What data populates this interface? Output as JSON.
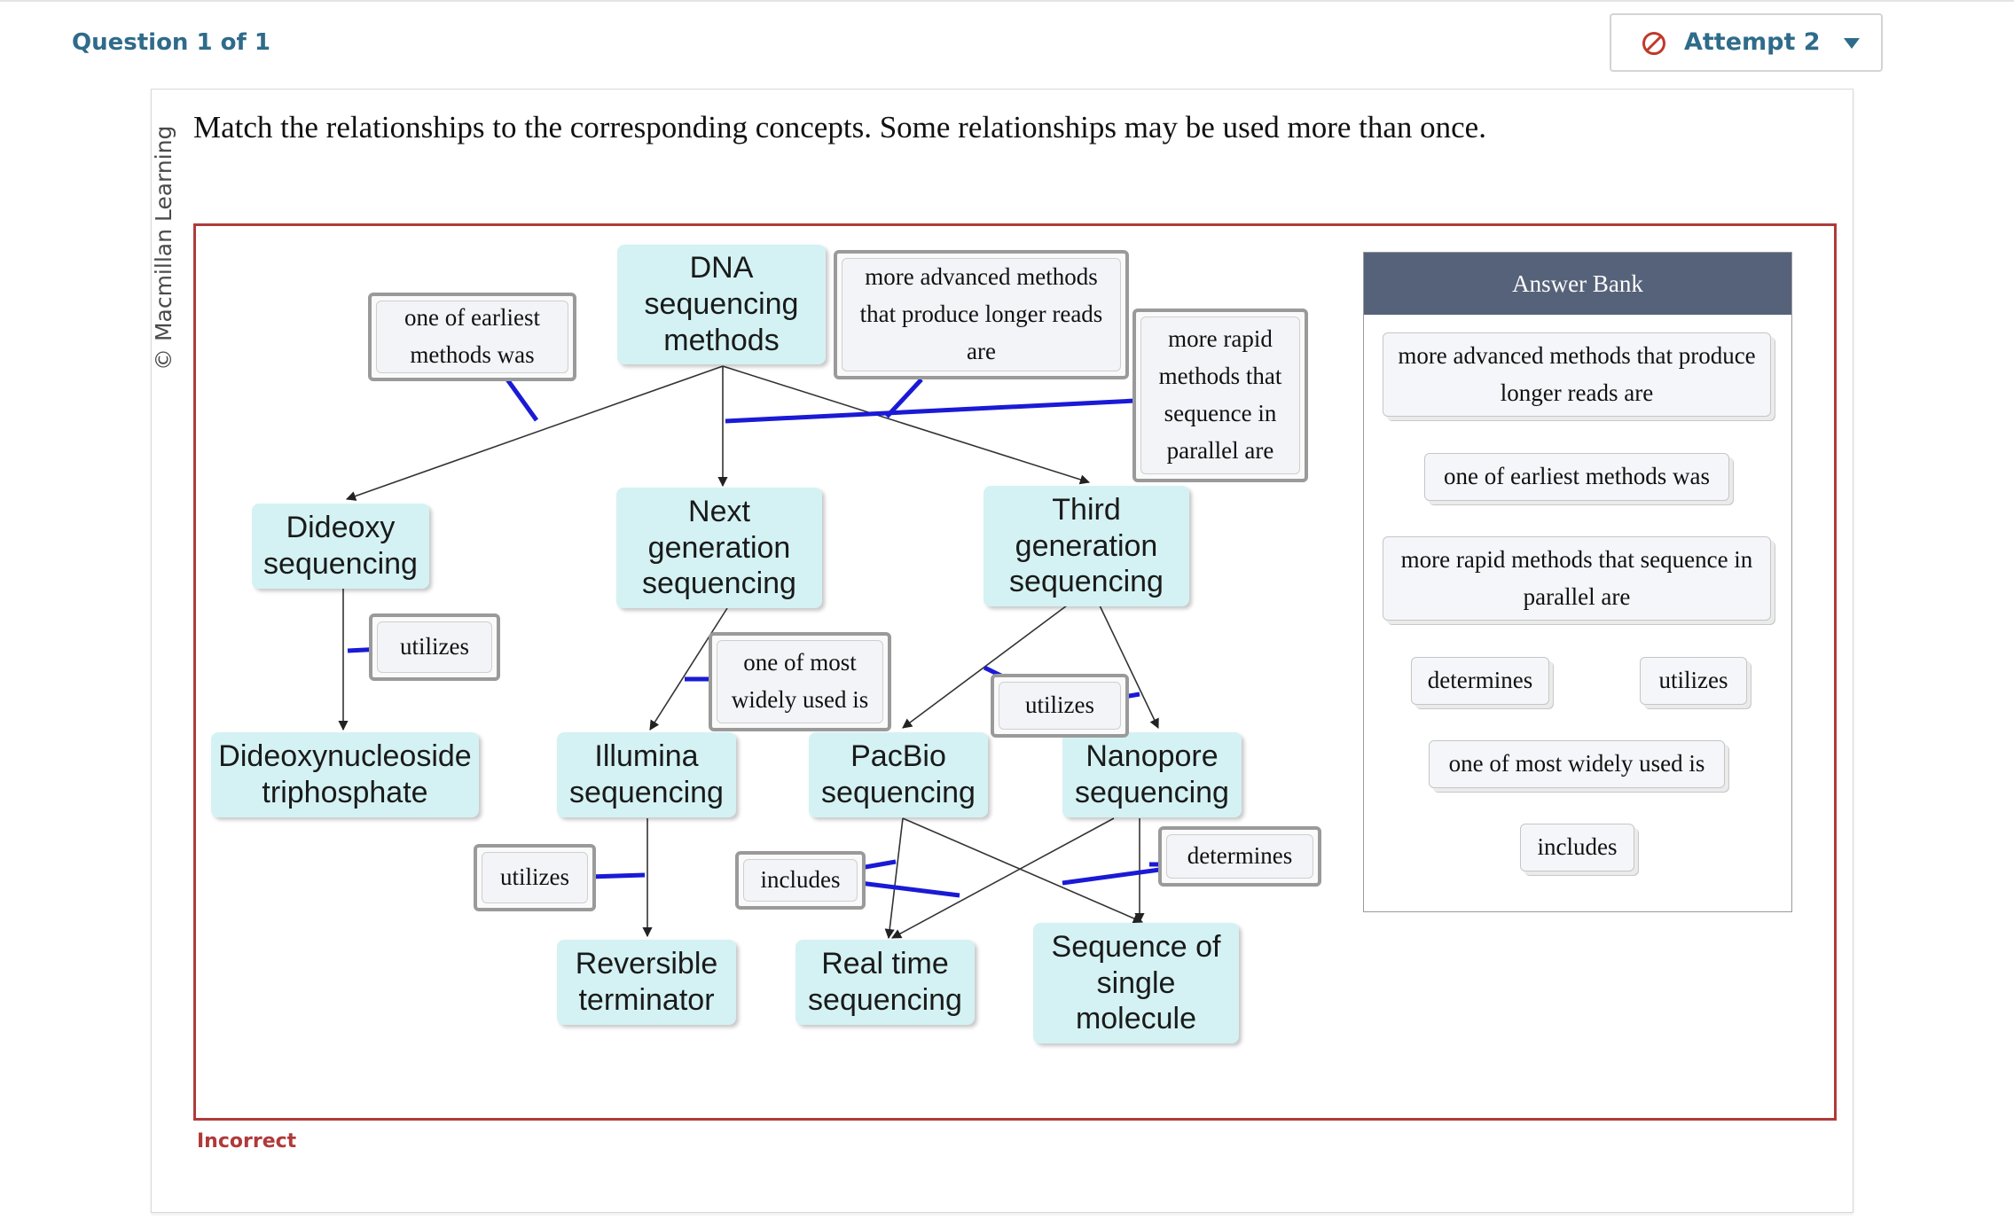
{
  "header": {
    "question_counter": "Question 1 of 1",
    "attempt_label": "Attempt 2",
    "accent_color": "#2f6b8a"
  },
  "question": {
    "prompt": "Match the relationships to the corresponding concepts. Some relationships may be used more than once.",
    "credit": "© Macmillan Learning",
    "status": "Incorrect",
    "status_color": "#b03a3a"
  },
  "concepts": {
    "dna_methods": "DNA sequencing methods",
    "dideoxy": "Dideoxy sequencing",
    "next_gen": "Next generation sequencing",
    "third_gen": "Third generation sequencing",
    "ddntp": "Dideoxynucleoside triphosphate",
    "illumina": "Illumina sequencing",
    "pacbio": "PacBio sequencing",
    "nanopore": "Nanopore sequencing",
    "reversible_terminator": "Reversible terminator",
    "real_time": "Real time sequencing",
    "single_molecule": "Sequence of single molecule"
  },
  "placed_links": {
    "one_of_earliest": "one of earliest methods was",
    "more_advanced": "more advanced methods that produce longer reads are",
    "more_rapid": "more rapid methods that sequence in parallel are",
    "dideoxy_utilizes": "utilizes",
    "one_of_most_widely": "one of most widely used is",
    "third_utilizes": "utilizes",
    "illumina_utilizes": "utilizes",
    "includes": "includes",
    "determines": "determines"
  },
  "answer_bank": {
    "title": "Answer Bank",
    "items": [
      "more advanced methods that produce longer reads are",
      "one of earliest methods was",
      "more rapid methods that sequence in parallel are",
      "determines",
      "utilizes",
      "one of most widely used is",
      "includes"
    ]
  }
}
